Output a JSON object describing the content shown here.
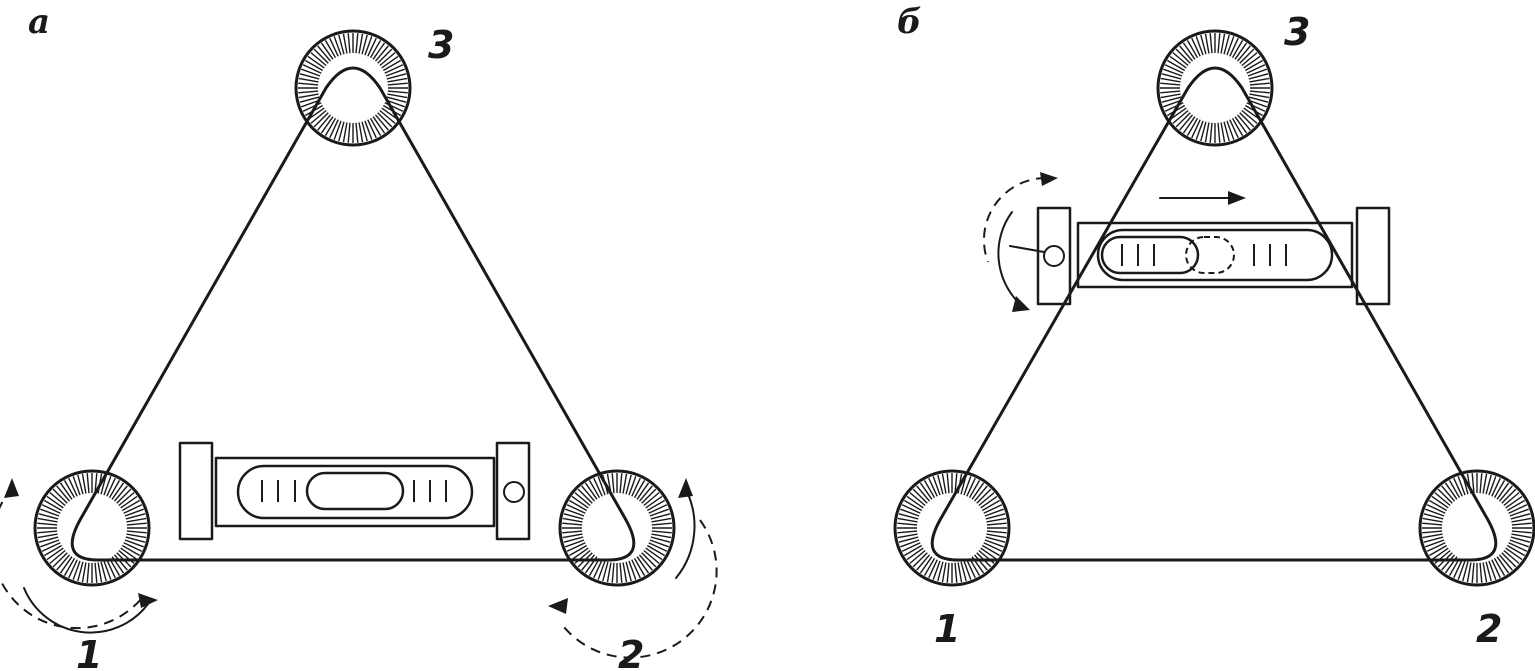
{
  "panels": [
    {
      "label": "а",
      "screws": [
        "1",
        "2",
        "3"
      ]
    },
    {
      "label": "б",
      "screws": [
        "1",
        "2",
        "3"
      ]
    }
  ]
}
